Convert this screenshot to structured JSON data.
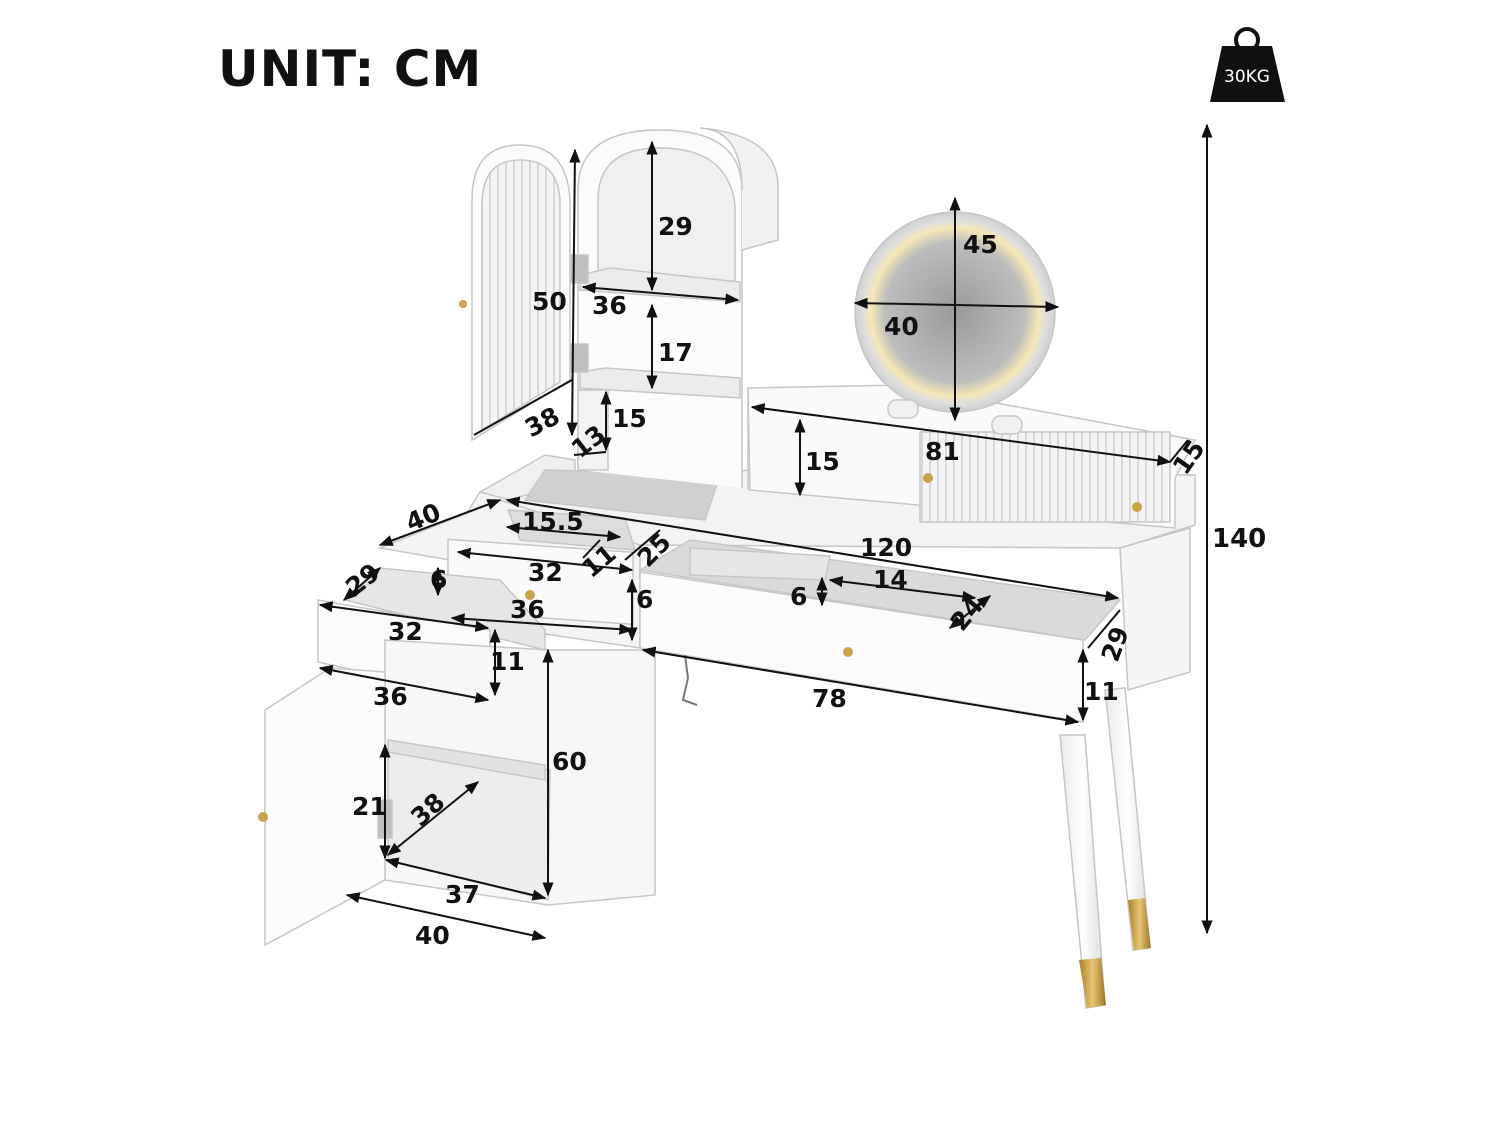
{
  "header": {
    "unit_label": "UNIT: CM"
  },
  "weight_badge": {
    "label": "30KG",
    "icon": "weight-icon"
  },
  "dimensions": {
    "height_total": "140",
    "arch_door_height": "50",
    "arch_door_width": "38",
    "arch_top_compartment": "29",
    "arch_shelf_width": "36",
    "arch_mid_compartment": "17",
    "arch_base_height": "15",
    "arch_base_depth": "13",
    "mirror_height": "45",
    "mirror_width": "40",
    "hutch_width": "81",
    "hutch_height": "15",
    "hutch_depth": "15",
    "desk_width": "120",
    "left_depth_top": "40",
    "left_drawer_top_w": "15.5",
    "left_drawer_top_d": "25",
    "left_drawer_top_h": "11",
    "upper_drawer_w": "32",
    "upper_drawer_front": "36",
    "upper_drawer_inner_h": "6",
    "upper_drawer_depth": "29",
    "upper_drawer_h": "6",
    "lower_drawer_w": "32",
    "lower_drawer_front": "36",
    "lower_drawer_h": "11",
    "main_drawer_inner_h": "6",
    "main_drawer_comp_w": "14",
    "main_drawer_comp_d": "24",
    "main_drawer_depth": "29",
    "main_drawer_front": "78",
    "main_drawer_h": "11",
    "cabinet_height": "60",
    "cabinet_shelf_h": "21",
    "cabinet_depth": "38",
    "cabinet_inner_w": "37",
    "cabinet_outer_w": "40"
  },
  "colors": {
    "furniture": "#f4f4f4",
    "outline": "#c8c8c8",
    "dimension": "#111111",
    "gold": "#c9a24a",
    "mirror_glow": "#f3e2a9"
  }
}
